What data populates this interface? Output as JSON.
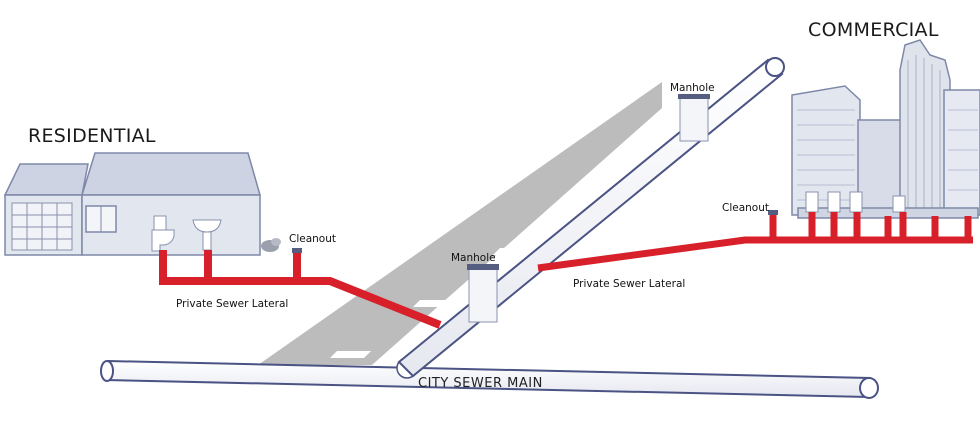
{
  "labels": {
    "residential": "RESIDENTIAL",
    "commercial": "COMMERCIAL",
    "manhole_upper": "Manhole",
    "manhole_lower": "Manhole",
    "cleanout_left": "Cleanout",
    "cleanout_right": "Cleanout",
    "lateral_left": "Private Sewer Lateral",
    "lateral_right": "Private Sewer Lateral",
    "city_main": "CITY SEWER MAIN"
  },
  "colors": {
    "lateral_pipe": "#d8202a",
    "building_fill": "#dfe3ec",
    "building_stroke": "#7e89a8",
    "pipe_stroke": "#4a5383",
    "road": "#bcbcbc"
  }
}
